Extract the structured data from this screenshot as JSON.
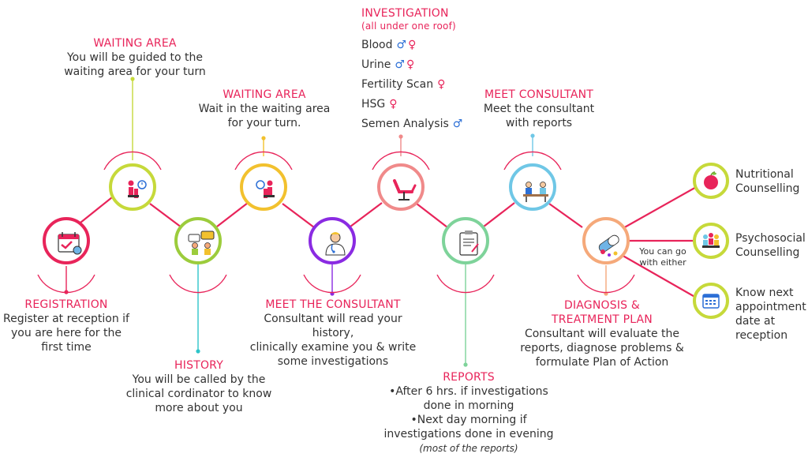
{
  "steps": {
    "registration": {
      "title": "REGISTRATION",
      "lines": [
        "Register at reception if",
        "you are here for the",
        "first time"
      ]
    },
    "waiting1": {
      "title": "WAITING AREA",
      "lines": [
        "You will be guided to the",
        "waiting area for your turn"
      ]
    },
    "history": {
      "title": "HISTORY",
      "lines": [
        "You will be called by the",
        "clinical cordinator to know",
        "more about you"
      ]
    },
    "waiting2": {
      "title": "WAITING AREA",
      "lines": [
        "Wait in the waiting area",
        "for your turn."
      ]
    },
    "meet1": {
      "title": "MEET THE CONSULTANT",
      "lines": [
        "Consultant will read your history,",
        "clinically examine you & write",
        "some investigations"
      ]
    },
    "investigation": {
      "title": "INVESTIGATION",
      "subtitle": "(all under one roof)",
      "items": [
        {
          "label": "Blood",
          "male": "♂",
          "female": "♀"
        },
        {
          "label": "Urine",
          "male": "♂",
          "female": "♀"
        },
        {
          "label": "Fertility Scan",
          "male": "",
          "female": "♀"
        },
        {
          "label": "HSG",
          "male": "",
          "female": "♀"
        },
        {
          "label": "Semen Analysis",
          "male": "♂",
          "female": ""
        }
      ]
    },
    "reports": {
      "title": "REPORTS",
      "lines": [
        "•After 6 hrs. if investigations",
        "done in morning",
        "•Next day morning if",
        "investigations done in evening"
      ],
      "note": "(most of the reports)"
    },
    "meet2": {
      "title": "MEET CONSULTANT",
      "lines": [
        "Meet the consultant",
        "with reports"
      ]
    },
    "diagnosis": {
      "title_lines": [
        "DIAGNOSIS &",
        "TREATMENT PLAN"
      ],
      "lines": [
        "Consultant will evaluate the",
        "reports, diagnose problems &",
        "formulate Plan of Action"
      ]
    }
  },
  "either_note": [
    "You can go",
    "with either"
  ],
  "options": [
    {
      "lines": [
        "Nutritional",
        "Counselling"
      ]
    },
    {
      "lines": [
        "Psychosocial",
        "Counselling"
      ]
    },
    {
      "lines": [
        "Know next",
        "appointment",
        "date at",
        "reception"
      ]
    }
  ],
  "colors": {
    "accent": "#e8245a",
    "registration": "#e8245a",
    "waiting1": "#c6d93a",
    "history": "#9ccc3c",
    "waiting2": "#f2c12e",
    "meet1": "#8a2be2",
    "investigation": "#f08a8a",
    "reports": "#7ed39a",
    "meet2": "#6fc7e6",
    "diagnosis": "#f5a97a",
    "option_ring": "#c6d93a"
  },
  "icons": {
    "registration": "calendar-check-icon",
    "waiting1": "waiting-chair-icon",
    "history": "conversation-icon",
    "waiting2": "waiting-chair-icon",
    "meet1": "doctor-icon",
    "investigation": "gynecology-chair-icon",
    "reports": "clipboard-report-icon",
    "meet2": "consultation-table-icon",
    "diagnosis": "pills-capsule-icon",
    "nutrition": "apple-icon",
    "psychosocial": "group-counselling-icon",
    "appointment": "calendar-icon"
  }
}
